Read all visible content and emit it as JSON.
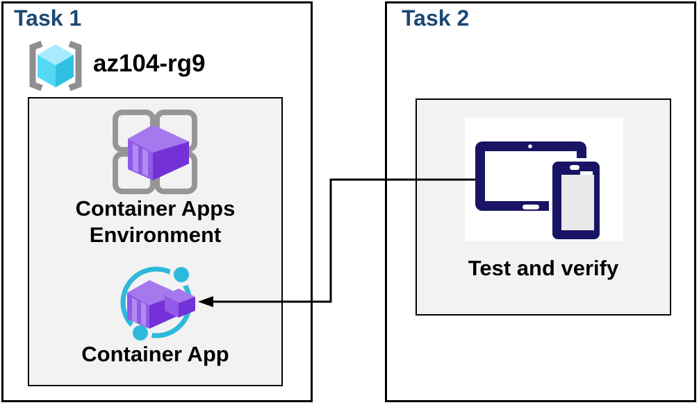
{
  "diagram": {
    "task1": {
      "title": "Task 1",
      "resource_group": {
        "name": "az104-rg9",
        "icon": "azure-resource-group-icon"
      },
      "group_nodes": [
        {
          "id": "container-apps-environment",
          "icon": "container-apps-environment-icon",
          "label_lines": [
            "Container Apps",
            "Environment"
          ]
        },
        {
          "id": "container-app",
          "icon": "container-app-icon",
          "label": "Container App"
        }
      ]
    },
    "task2": {
      "title": "Task 2",
      "nodes": [
        {
          "id": "test-and-verify",
          "icon": "devices-icon",
          "label": "Test and verify"
        }
      ]
    },
    "connector": {
      "from": "test-and-verify",
      "to": "container-app",
      "type": "elbow-arrow"
    }
  },
  "colors": {
    "task_title": "#1B4A73",
    "box_border": "#000000",
    "panel_fill": "#F2F2F2",
    "label_text": "#000000",
    "device_navy": "#1A1464",
    "device_screen_gray": "#E9E9E9",
    "app_cyan": "#2EB9DC",
    "container_purple_dark": "#7431D8",
    "container_purple_mid": "#9059E6",
    "container_purple_top": "#A678EE",
    "container_purple_stripe": "#B28BF2",
    "rg_cyan_light": "#A7EBFD",
    "rg_cyan_mid": "#54D9F4",
    "rg_cyan_dark": "#30C1E1",
    "bracket_gray": "#8F8F8F",
    "grid_gray": "#969696"
  }
}
